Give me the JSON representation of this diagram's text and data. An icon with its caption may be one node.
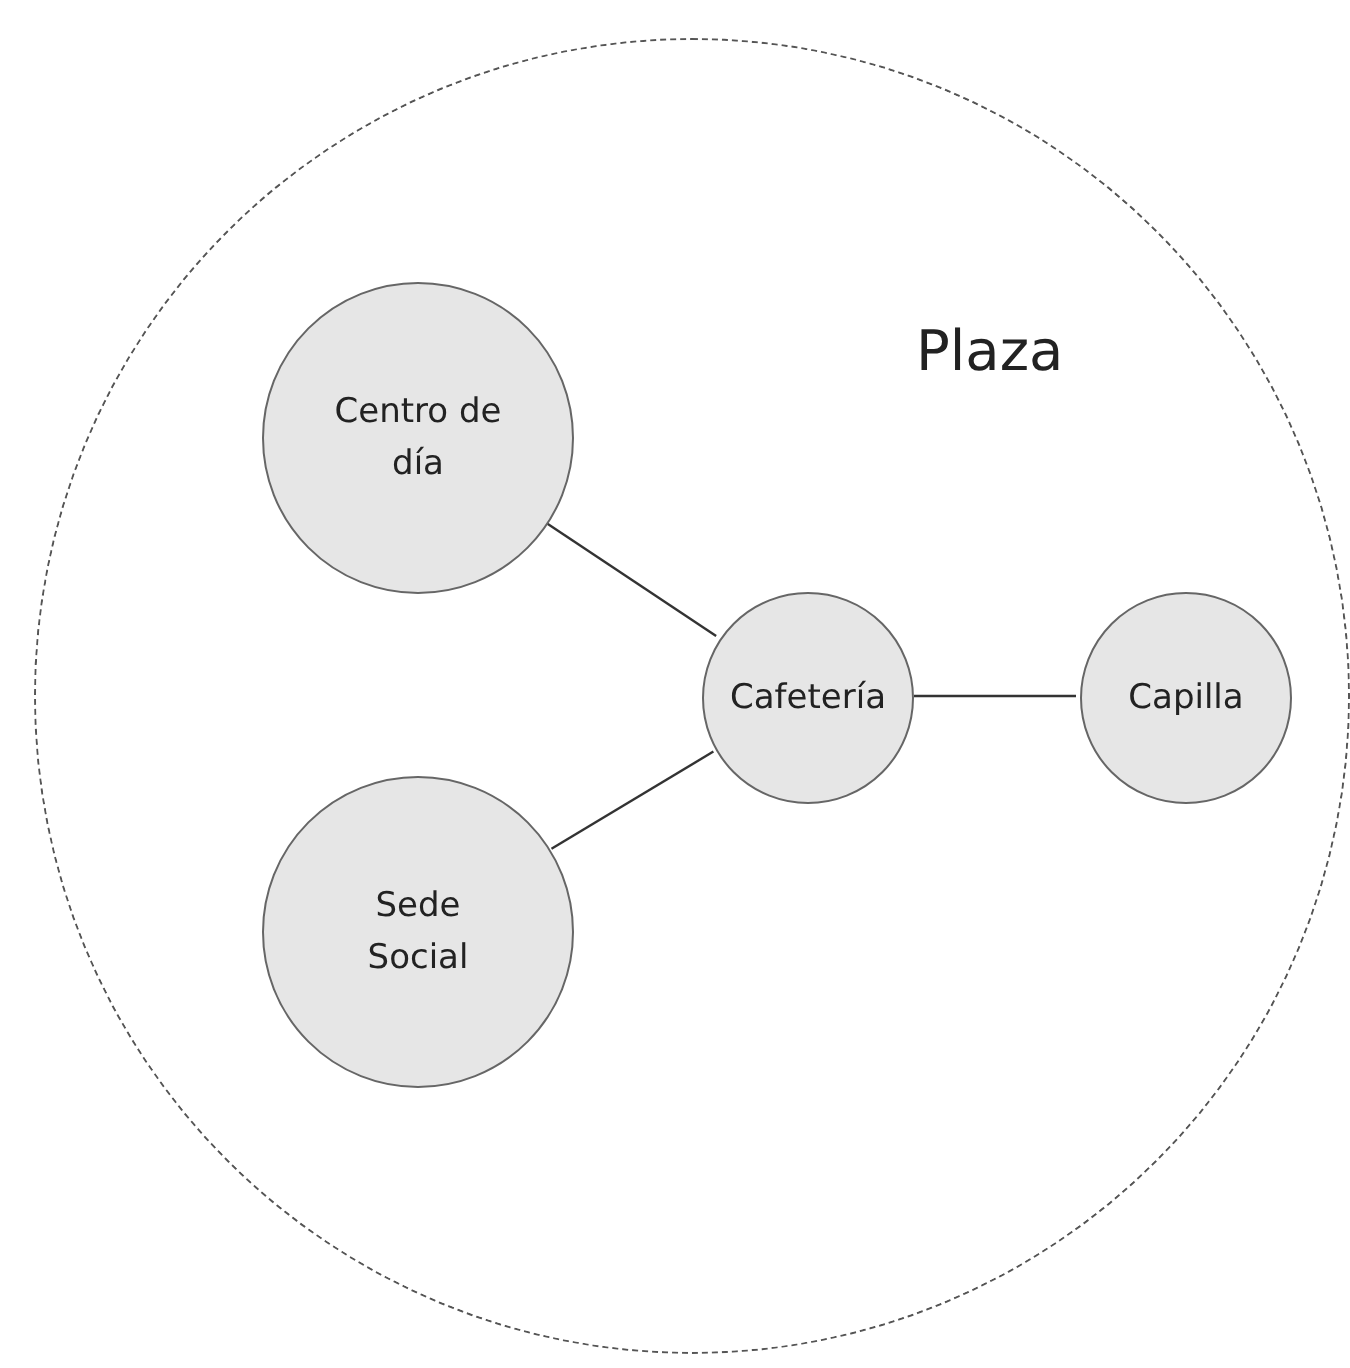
{
  "diagram": {
    "nodes": [
      {
        "text": [
          "Plaza"
        ]
      },
      {
        "text": [
          "Centro de día"
        ],
        "in": 0
      },
      {
        "text": [
          "Cafetería"
        ],
        "in": 0
      },
      {
        "text": [
          "Capilla"
        ],
        "in": 0
      },
      {
        "text": [
          "Sede Social"
        ],
        "in": 0
      }
    ],
    "edges": [
      {
        "from": 1,
        "to": 2,
        "arrow": "none"
      },
      {
        "from": 4,
        "to": 2,
        "arrow": "none"
      },
      {
        "from": 2,
        "to": 3,
        "arrow": "none"
      }
    ]
  }
}
